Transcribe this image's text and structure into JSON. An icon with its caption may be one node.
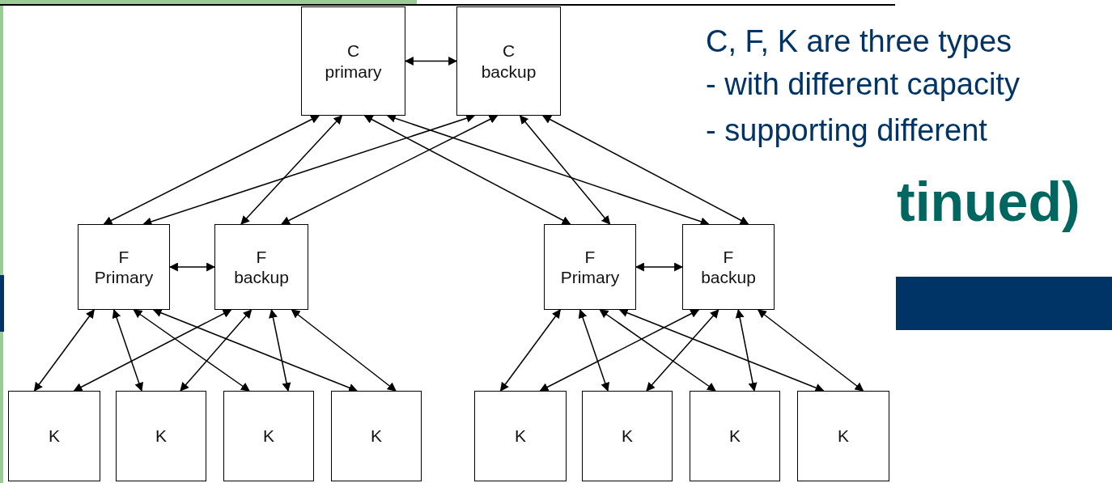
{
  "diagram": {
    "nodes": [
      {
        "text": [
          "C primary"
        ]
      },
      {
        "text": [
          "C backup"
        ]
      },
      {
        "text": [
          "F Primary"
        ]
      },
      {
        "text": [
          "F backup"
        ]
      },
      {
        "text": [
          "F Primary"
        ]
      },
      {
        "text": [
          "F backup"
        ]
      },
      {
        "text": [
          "K"
        ]
      },
      {
        "text": [
          "K"
        ]
      },
      {
        "text": [
          "K"
        ]
      },
      {
        "text": [
          "K"
        ]
      },
      {
        "text": [
          "K"
        ]
      },
      {
        "text": [
          "K"
        ]
      },
      {
        "text": [
          "K"
        ]
      },
      {
        "text": [
          "K"
        ]
      }
    ],
    "edges": [
      {
        "from": 0,
        "to": 1,
        "arrow": "both"
      },
      {
        "from": 0,
        "to": 2,
        "arrow": "both"
      },
      {
        "from": 0,
        "to": 3,
        "arrow": "both"
      },
      {
        "from": 0,
        "to": 4,
        "arrow": "both"
      },
      {
        "from": 0,
        "to": 5,
        "arrow": "both"
      },
      {
        "from": 1,
        "to": 2,
        "arrow": "both"
      },
      {
        "from": 1,
        "to": 3,
        "arrow": "both"
      },
      {
        "from": 1,
        "to": 4,
        "arrow": "both"
      },
      {
        "from": 1,
        "to": 5,
        "arrow": "both"
      },
      {
        "from": 2,
        "to": 3,
        "arrow": "both"
      },
      {
        "from": 4,
        "to": 5,
        "arrow": "both"
      },
      {
        "from": 2,
        "to": 6,
        "arrow": "both"
      },
      {
        "from": 2,
        "to": 7,
        "arrow": "both"
      },
      {
        "from": 2,
        "to": 8,
        "arrow": "both"
      },
      {
        "from": 2,
        "to": 9,
        "arrow": "both"
      },
      {
        "from": 3,
        "to": 6,
        "arrow": "both"
      },
      {
        "from": 3,
        "to": 7,
        "arrow": "both"
      },
      {
        "from": 3,
        "to": 8,
        "arrow": "both"
      },
      {
        "from": 3,
        "to": 9,
        "arrow": "both"
      },
      {
        "from": 4,
        "to": 10,
        "arrow": "both"
      },
      {
        "from": 4,
        "to": 11,
        "arrow": "both"
      },
      {
        "from": 4,
        "to": 12,
        "arrow": "both"
      },
      {
        "from": 4,
        "to": 13,
        "arrow": "both"
      },
      {
        "from": 5,
        "to": 10,
        "arrow": "both"
      },
      {
        "from": 5,
        "to": 11,
        "arrow": "both"
      },
      {
        "from": 5,
        "to": 12,
        "arrow": "both"
      },
      {
        "from": 5,
        "to": 13,
        "arrow": "both"
      }
    ],
    "labels": [
      "C, F, K are three types",
      "- with different capacity",
      "- supporting different",
      "tinued)"
    ]
  }
}
